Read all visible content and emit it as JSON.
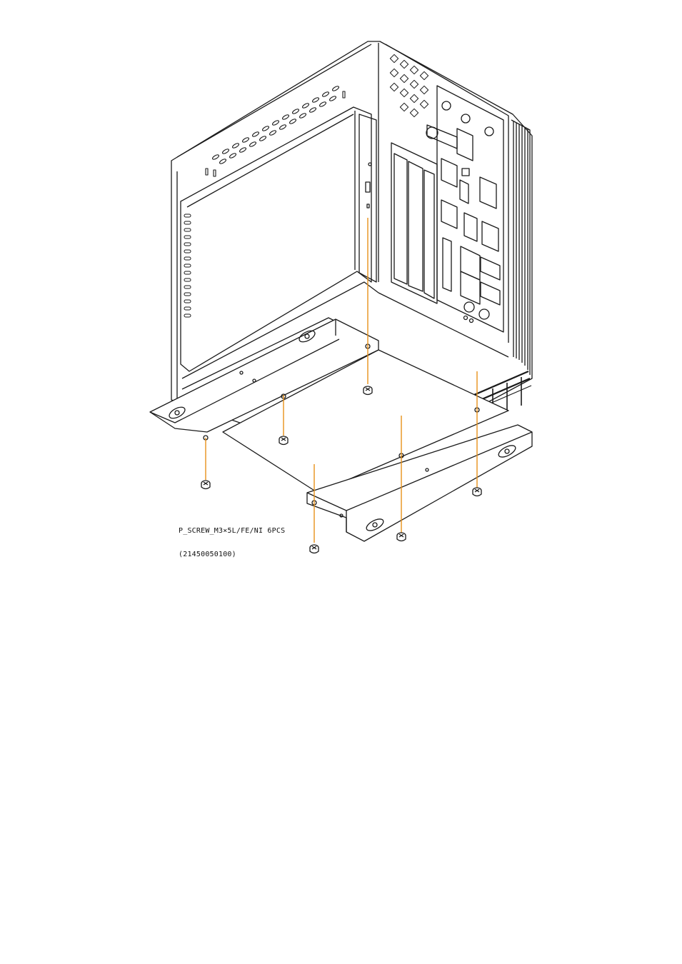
{
  "diagram": {
    "callout_line1": "P_SCREW_M3×5L/FE/NI 6PCS",
    "callout_line2": "(21450050100)",
    "colors": {
      "line": "#1a1a1a",
      "leader": "#e8921a",
      "paper": "#ffffff"
    },
    "parts": [
      "chassis",
      "mounting-bracket-left",
      "mounting-bracket-right",
      "screw"
    ]
  }
}
